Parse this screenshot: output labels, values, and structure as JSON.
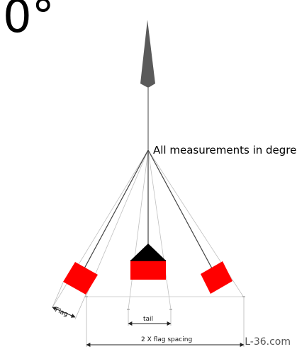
{
  "title": "0°",
  "note": "All measurements in degrees",
  "labels": {
    "flag": "Flag",
    "tail": "tail",
    "spacing": "2 X flag spacing"
  },
  "credit": "L-36.com",
  "colors": {
    "kite": "#5a5a5a",
    "flag": "#ff0000",
    "tail_top": "#000000",
    "line": "#444444",
    "construction": "#b8b8b8"
  }
}
